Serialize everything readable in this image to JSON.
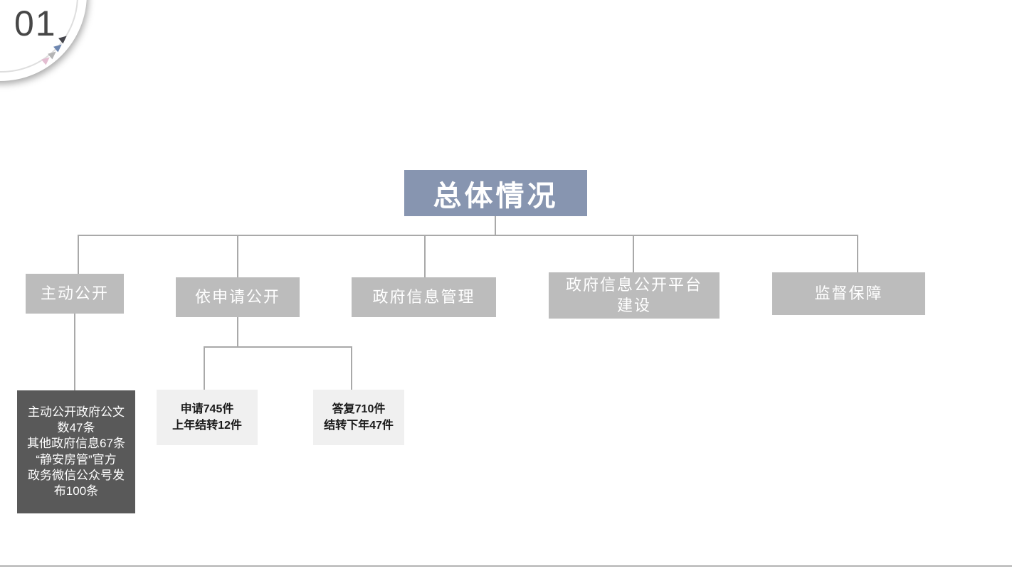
{
  "slide": {
    "section_number": "01"
  },
  "colors": {
    "root_box_bg": "#8795b0",
    "category_box_bg": "#bcbcbc",
    "dark_detail_bg": "#595959",
    "light_detail_bg": "#f0f0f0",
    "connector_line": "#a9a9a9",
    "triangle_dark": "#45454c",
    "triangle_blue": "#6e87b0",
    "triangle_gray": "#b5b5b5",
    "triangle_pink": "#e3bdd1"
  },
  "org_chart": {
    "root": {
      "label": "总体情况"
    },
    "level1": [
      {
        "label": "主动公开"
      },
      {
        "label": "依申请公开"
      },
      {
        "label": "政府信息管理"
      },
      {
        "label": "政府信息公开平台\n建设"
      },
      {
        "label": "监督保障"
      }
    ],
    "details": {
      "proactive_stats": {
        "label": "主动公开政府公文\n数47条\n其他政府信息67条\n“静安房管”官方\n政务微信公众号发\n布100条"
      },
      "applications": [
        {
          "label": "申请745件\n上年结转12件"
        },
        {
          "label": "答复710件\n结转下年47件"
        }
      ]
    }
  }
}
